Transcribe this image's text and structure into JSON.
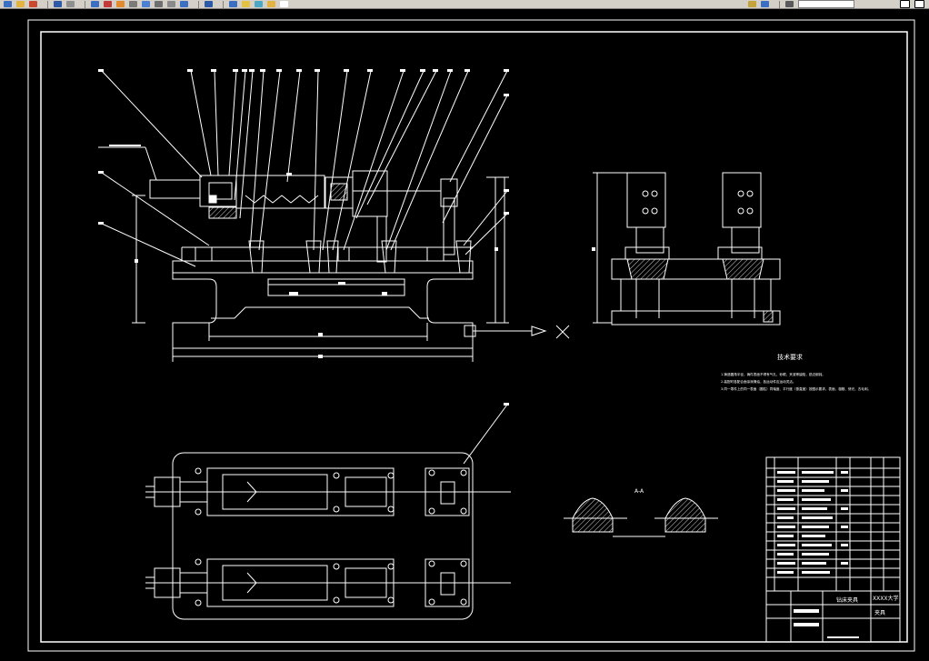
{
  "drawing": {
    "section_label": "A-A",
    "x_marker": "X",
    "tech_requirements_title": "技术要求",
    "tech_requirements": [
      "1.铸造圆角半径，铸件表面不得有气孔、砂眼、夹渣等缺陷，锐边倒钝。",
      "2.装配时各配合面涂润滑油，各运动件应运动灵活。",
      "3.同一零件上的同一表面（圆柱）同轴度、平行度（垂直度）按图示要求，表面、粗糙、修光、去毛刺。"
    ],
    "title_block": {
      "company": "XXXX大学",
      "drawing_name": "夹具",
      "part_name": "钻床夹具"
    }
  },
  "colors": {
    "background": "#000000",
    "lines": "#ffffff",
    "hatch": "#ffffff",
    "toolbar": "#d4d0c8"
  }
}
